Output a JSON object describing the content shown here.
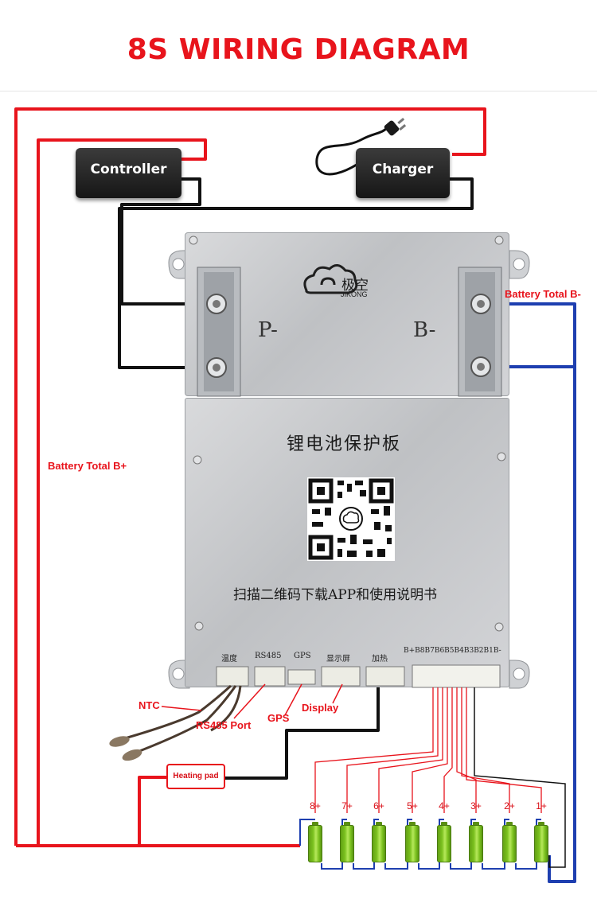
{
  "title": "8S WIRING DIAGRAM",
  "devices": {
    "controller": "Controller",
    "charger": "Charger"
  },
  "board": {
    "brand_cn": "极空",
    "brand_en": "JIKONG",
    "terminal_p": "P-",
    "terminal_b": "B-",
    "board_name_cn": "锂电池保护板",
    "instruction_cn": "扫描二维码下载APP和使用说明书",
    "ports": {
      "temp": "温度",
      "rs485": "RS485",
      "gps": "GPS",
      "display": "显示屏",
      "heat": "加热",
      "balance": "B+B8B7B6B5B4B3B2B1B-"
    }
  },
  "labels": {
    "battery_total_bplus": "Battery Total B+",
    "battery_total_bminus": "Battery Total B-",
    "ntc": "NTC",
    "rs485_port": "RS485 Port",
    "gps": "GPS",
    "display": "Display",
    "heating_pad": "Heating pad"
  },
  "cells": [
    "8+",
    "7+",
    "6+",
    "5+",
    "4+",
    "3+",
    "2+",
    "1+"
  ],
  "colors": {
    "positive": "#e8141c",
    "negative": "#1e3fb0",
    "signal": "#111111",
    "cell": "#7bc11f"
  }
}
